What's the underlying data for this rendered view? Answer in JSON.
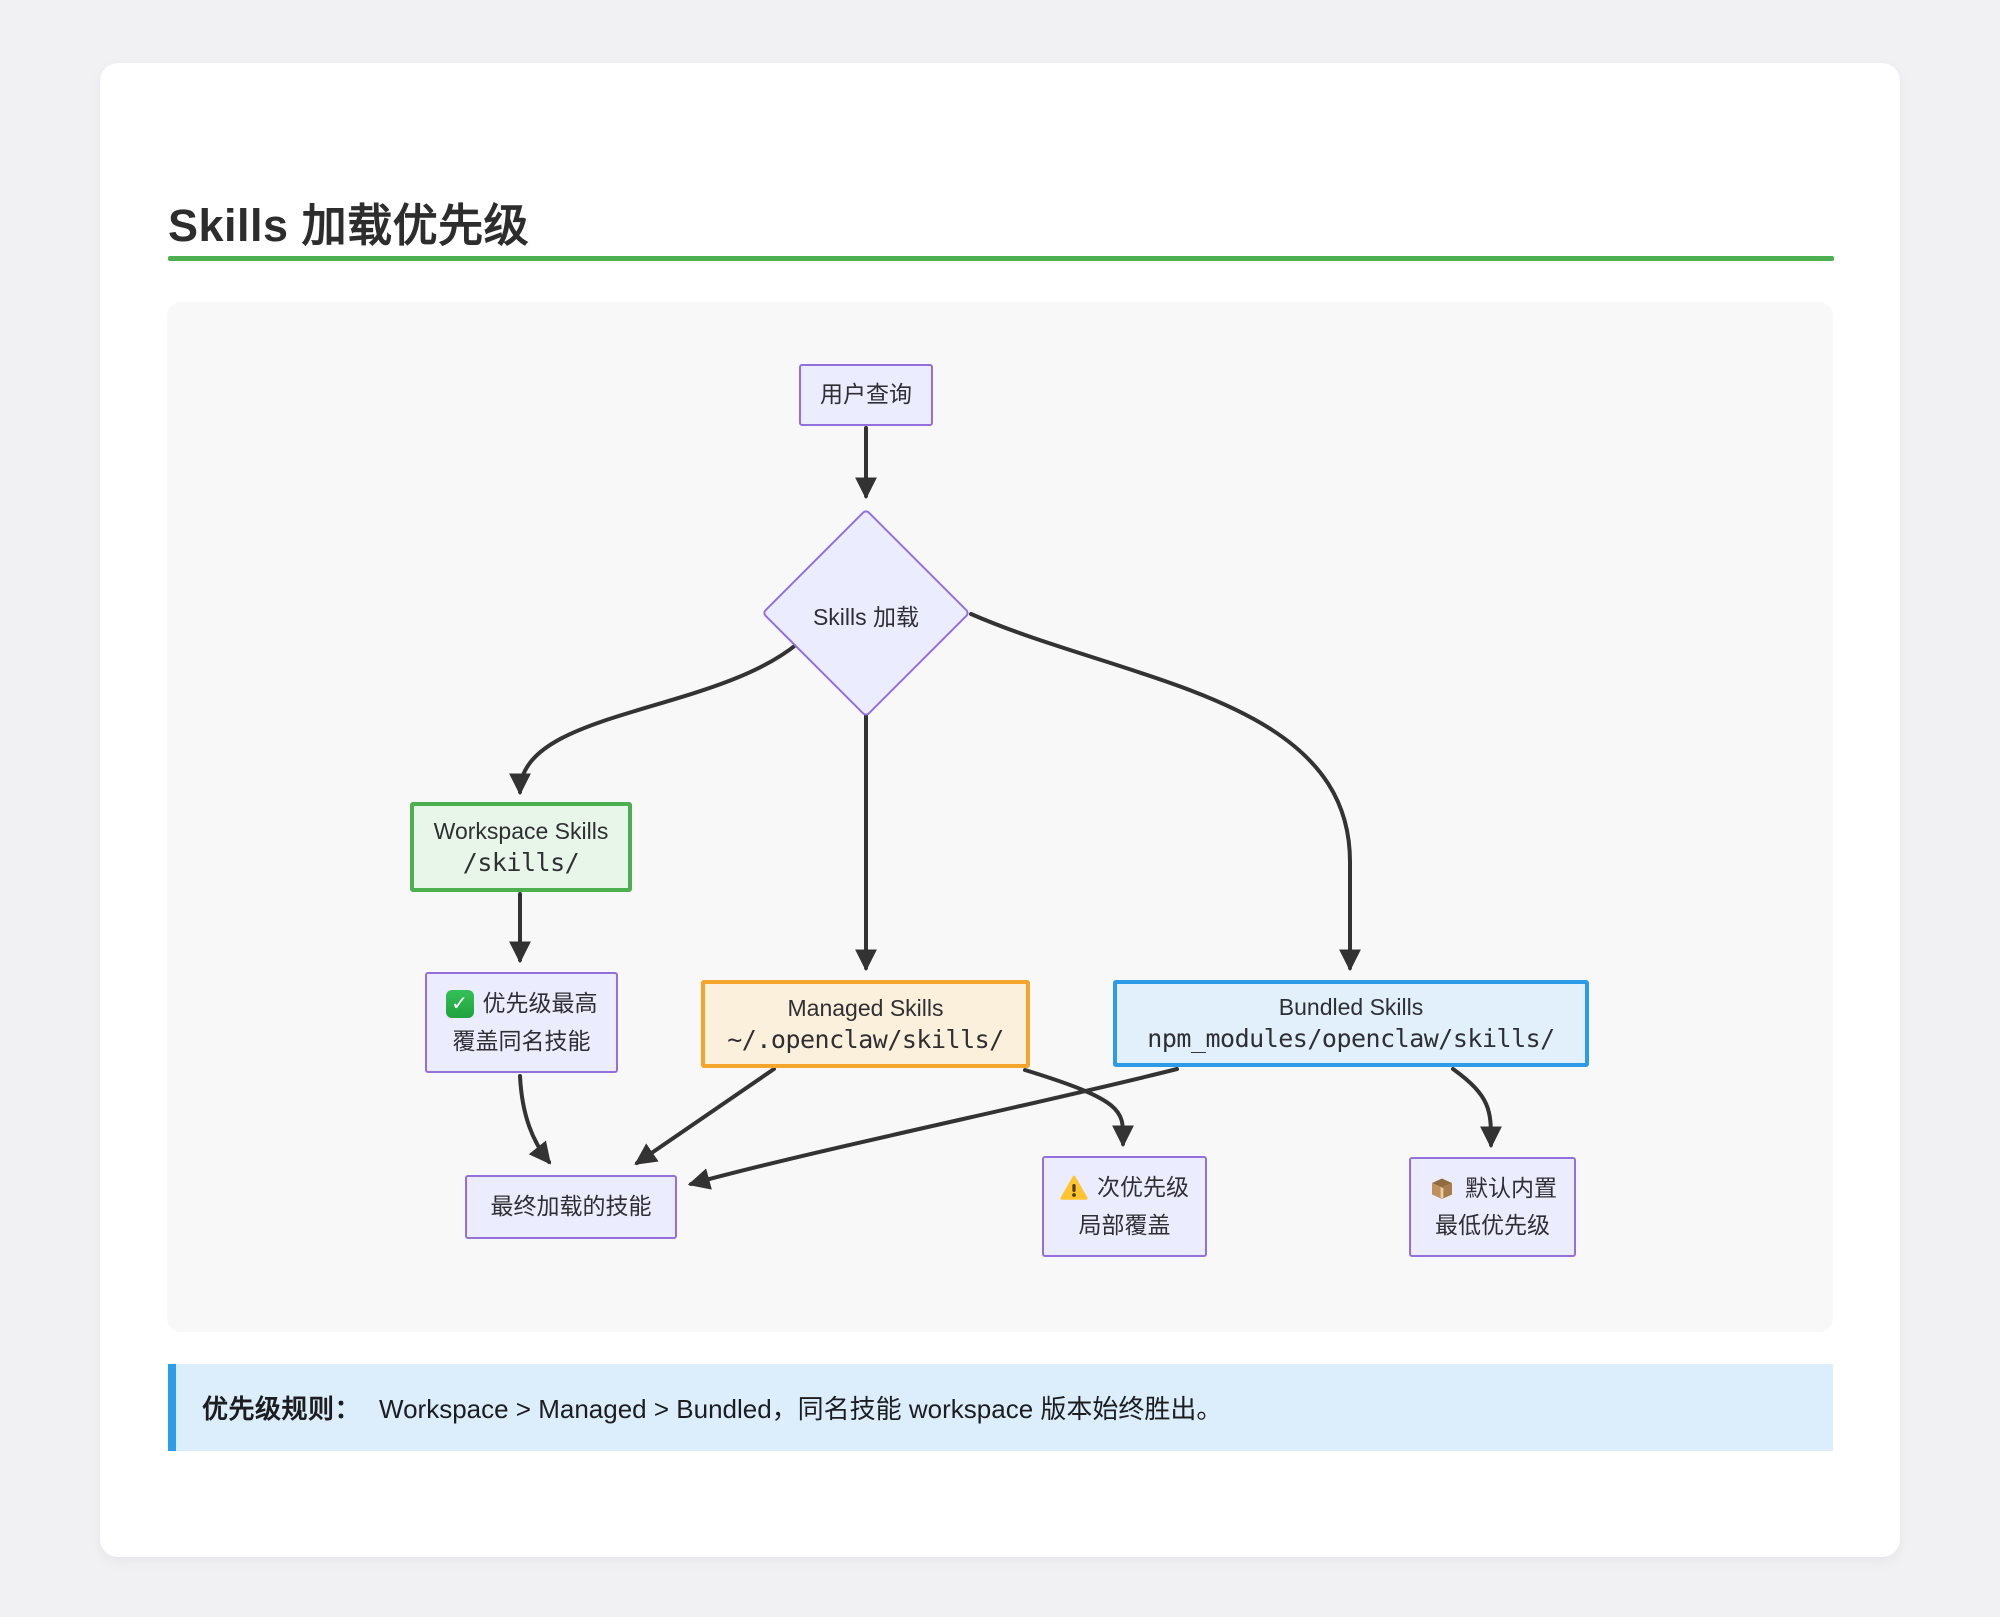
{
  "page": {
    "title": "Skills 加载优先级"
  },
  "diagram": {
    "nodes": {
      "user_query": {
        "label": "用户查询"
      },
      "decision": {
        "label": "Skills 加载"
      },
      "workspace": {
        "title": "Workspace Skills",
        "path": "/skills/"
      },
      "managed": {
        "title": "Managed Skills",
        "path": "~/.openclaw/skills/"
      },
      "bundled": {
        "title": "Bundled Skills",
        "path": "npm_modules/openclaw/skills/"
      },
      "workspace_note": {
        "icon": "check-icon",
        "line1": "优先级最高",
        "line2": "覆盖同名技能"
      },
      "managed_note": {
        "icon": "warning-icon",
        "line1": "次优先级",
        "line2": "局部覆盖"
      },
      "bundled_note": {
        "icon": "package-icon",
        "line1": "默认内置",
        "line2": "最低优先级"
      },
      "final": {
        "label": "最终加载的技能"
      }
    },
    "edges": [
      {
        "from": "user_query",
        "to": "decision"
      },
      {
        "from": "decision",
        "to": "workspace"
      },
      {
        "from": "decision",
        "to": "managed"
      },
      {
        "from": "decision",
        "to": "bundled"
      },
      {
        "from": "workspace",
        "to": "workspace_note"
      },
      {
        "from": "workspace_note",
        "to": "final"
      },
      {
        "from": "managed",
        "to": "final"
      },
      {
        "from": "managed",
        "to": "managed_note"
      },
      {
        "from": "bundled",
        "to": "final"
      },
      {
        "from": "bundled",
        "to": "bundled_note"
      }
    ]
  },
  "callout": {
    "label": "优先级规则：",
    "text": "Workspace > Managed > Bundled，同名技能 workspace 版本始终胜出。"
  },
  "colors": {
    "accent_green": "#4CAF50",
    "workspace_border": "#4CAF50",
    "workspace_fill": "#E8F5E9",
    "managed_border": "#F5A42C",
    "managed_fill": "#FBF0DC",
    "bundled_border": "#2E9BE8",
    "bundled_fill": "#E1F0FB",
    "node_fill": "#ECECFF",
    "node_border": "#9370DB",
    "edge_stroke": "#333333",
    "callout_bg": "#DCEEFB",
    "callout_border": "#2D9CEA"
  }
}
